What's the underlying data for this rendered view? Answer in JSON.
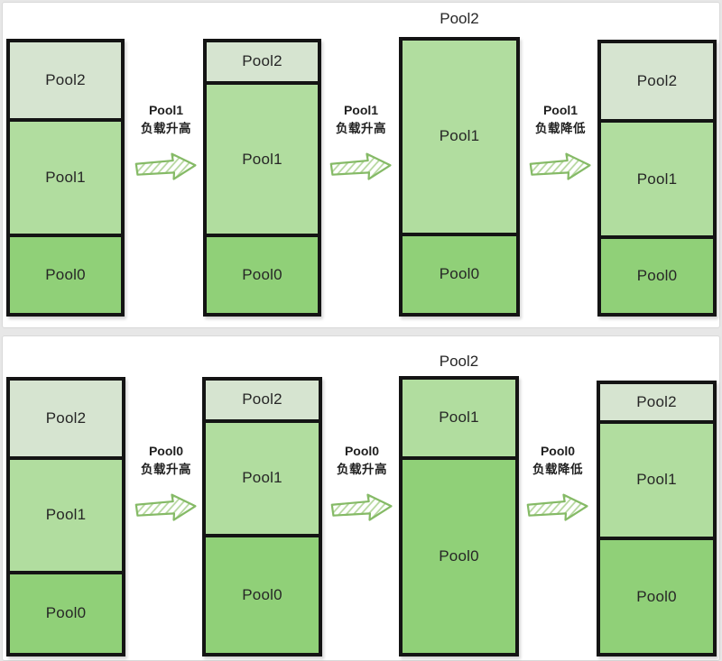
{
  "colors": {
    "pool0": "#90d078",
    "pool1": "#b1dd9f",
    "pool2": "#d6e4d0",
    "bar_border": "#141414",
    "arrow_stroke": "#85ba66",
    "arrow_hatch": "#b3d69b",
    "text": "#262626",
    "card_bg": "#ffffff",
    "page_bg": "#e7e7e7"
  },
  "rows": [
    {
      "name": "pool1-load-cycle",
      "bars": [
        {
          "segments": [
            {
              "label": "Pool2",
              "pct": 28.6
            },
            {
              "label": "Pool1",
              "pct": 42.8
            },
            {
              "label": "Pool0",
              "pct": 28.6
            }
          ]
        },
        {
          "segments": [
            {
              "label": "Pool2",
              "pct": 14.6
            },
            {
              "label": "Pool1",
              "pct": 56.8
            },
            {
              "label": "Pool0",
              "pct": 28.6
            }
          ]
        },
        {
          "title_above": "Pool2",
          "segments": [
            {
              "label": "Pool1",
              "pct": 71.4
            },
            {
              "label": "Pool0",
              "pct": 28.6
            }
          ]
        },
        {
          "segments": [
            {
              "label": "Pool2",
              "pct": 29.0
            },
            {
              "label": "Pool1",
              "pct": 42.7
            },
            {
              "label": "Pool0",
              "pct": 28.3
            }
          ]
        }
      ],
      "arrows": [
        {
          "line1": "Pool1",
          "line2": "负载升高"
        },
        {
          "line1": "Pool1",
          "line2": "负载升高"
        },
        {
          "line1": "Pool1",
          "line2": "负载降低"
        }
      ]
    },
    {
      "name": "pool0-load-cycle",
      "bars": [
        {
          "segments": [
            {
              "label": "Pool2",
              "pct": 28.4
            },
            {
              "label": "Pool1",
              "pct": 41.9
            },
            {
              "label": "Pool0",
              "pct": 29.7
            }
          ]
        },
        {
          "segments": [
            {
              "label": "Pool2",
              "pct": 14.5
            },
            {
              "label": "Pool1",
              "pct": 41.9
            },
            {
              "label": "Pool0",
              "pct": 43.6
            }
          ]
        },
        {
          "title_above": "Pool2",
          "segments": [
            {
              "label": "Pool1",
              "pct": 28.4
            },
            {
              "label": "Pool0",
              "pct": 71.6
            }
          ]
        },
        {
          "segments": [
            {
              "label": "Pool2",
              "pct": 13.7
            },
            {
              "label": "Pool1",
              "pct": 43.2
            },
            {
              "label": "Pool0",
              "pct": 43.1
            }
          ]
        }
      ],
      "arrows": [
        {
          "line1": "Pool0",
          "line2": "负载升高"
        },
        {
          "line1": "Pool0",
          "line2": "负载升高"
        },
        {
          "line1": "Pool0",
          "line2": "负载降低"
        }
      ]
    }
  ]
}
